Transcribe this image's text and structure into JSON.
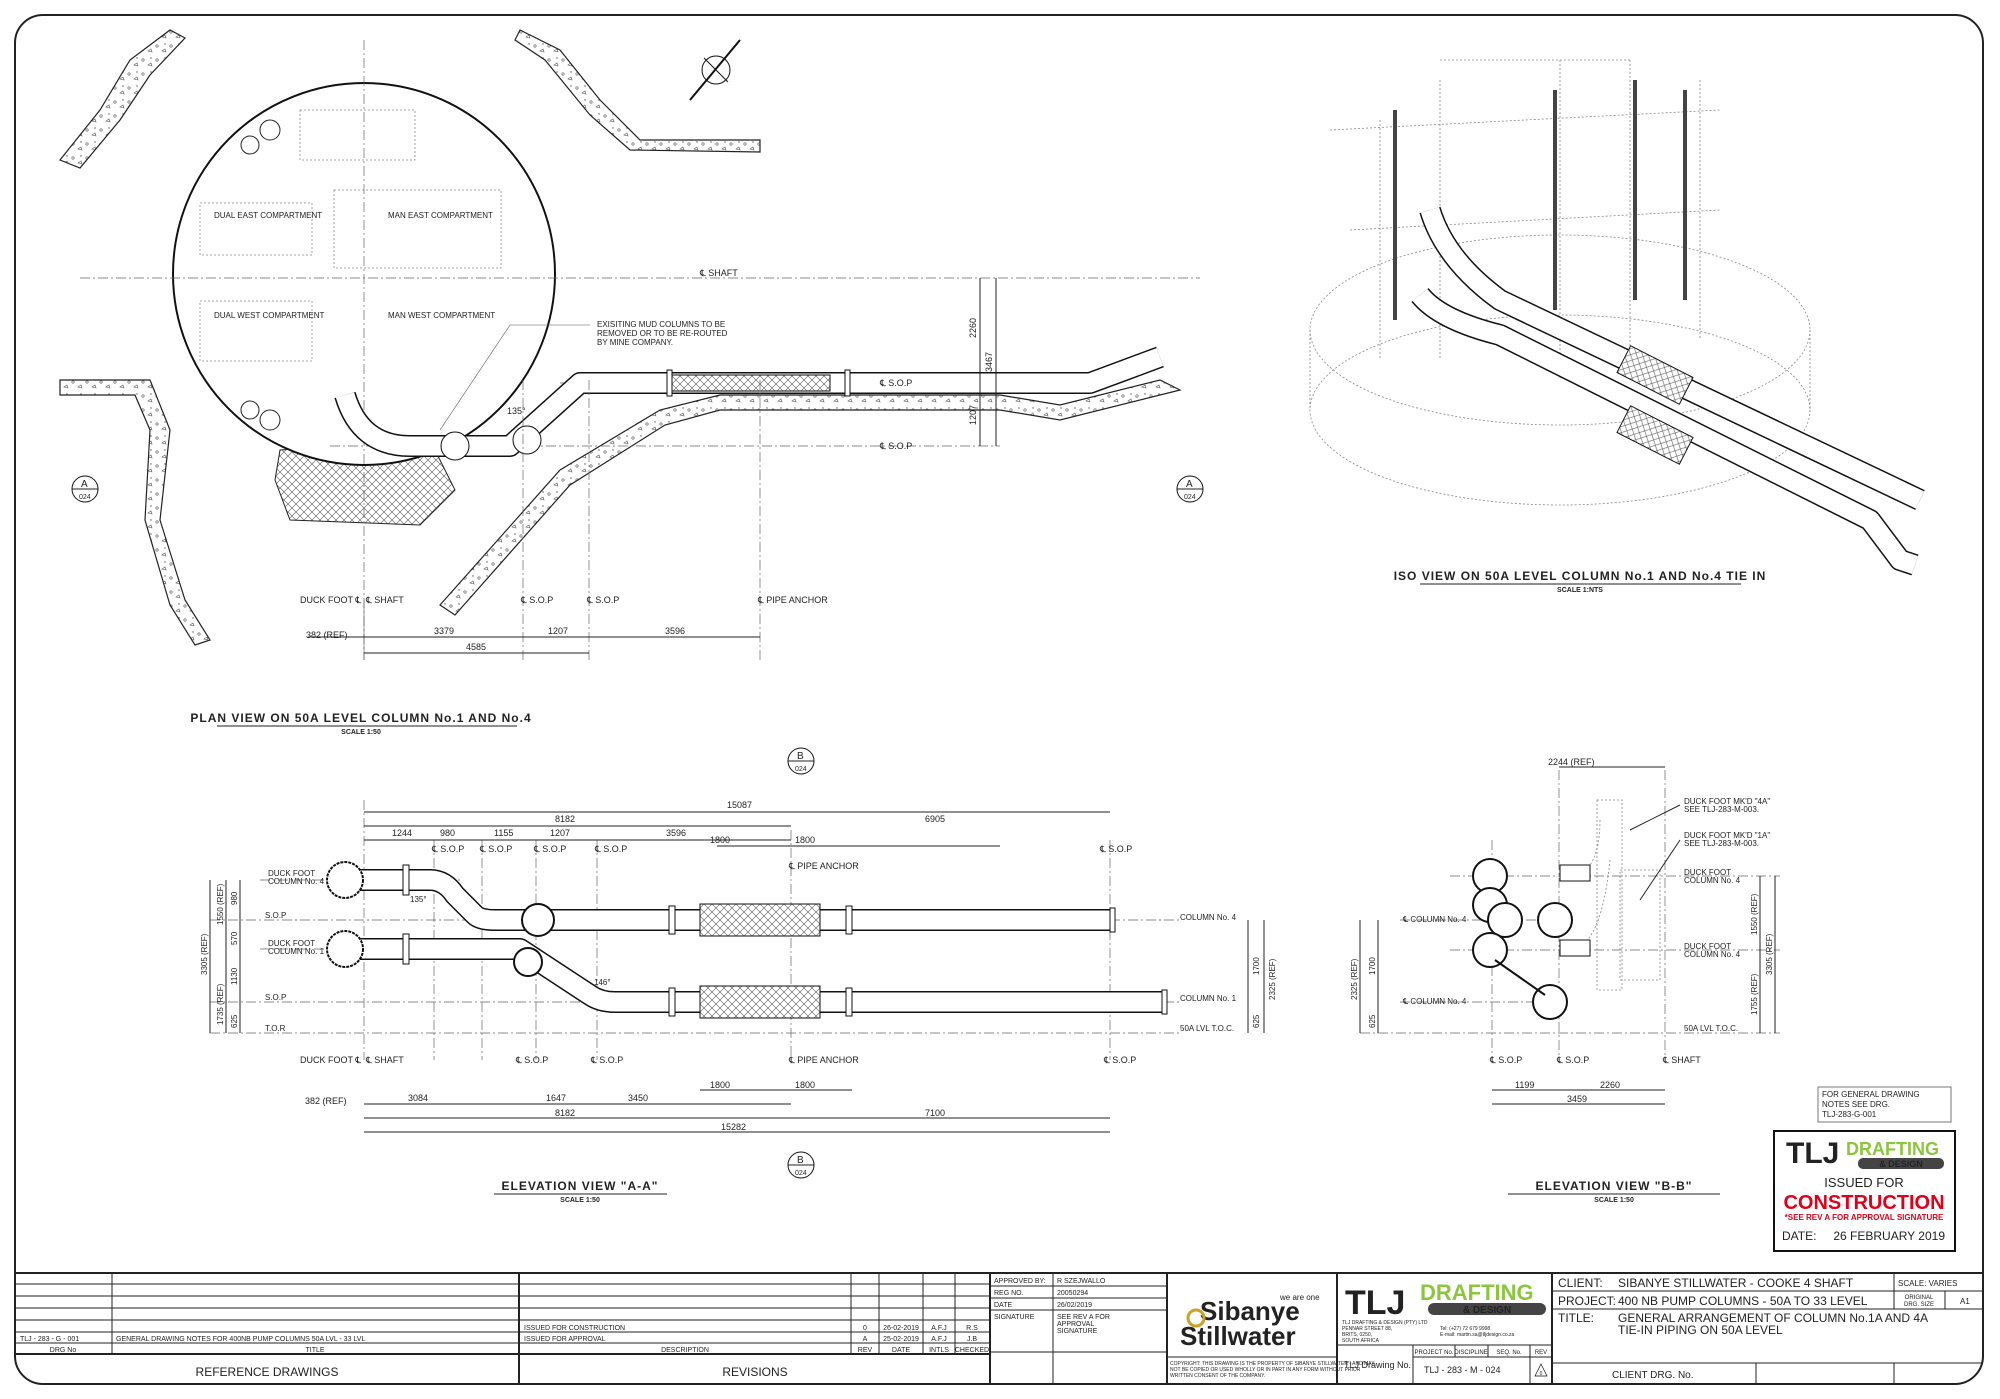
{
  "plan_view": {
    "title": "PLAN VIEW ON 50A LEVEL COLUMN No.1 AND No.4",
    "scale": "SCALE 1:50",
    "compartments": [
      "DUAL EAST COMPARTMENT",
      "MAN EAST COMPARTMENT",
      "DUAL WEST COMPARTMENT",
      "MAN WEST COMPARTMENT"
    ],
    "shaft_label": "℄ SHAFT",
    "note": [
      "EXISITING MUD COLUMNS TO BE",
      "REMOVED OR TO BE RE-ROUTED",
      "BY MINE COMPANY."
    ],
    "angle": "135°",
    "sop_labels": [
      "℄ S.O.P",
      "℄ S.O.P"
    ],
    "vertical_dims": [
      "2260",
      "3467",
      "1207"
    ],
    "section_marks": [
      {
        "letter": "A",
        "sheet": "024"
      },
      {
        "letter": "A",
        "sheet": "024"
      }
    ],
    "bottom_labels": [
      "DUCK FOOT ℄",
      "℄ SHAFT",
      "℄ S.O.P",
      "℄ S.O.P",
      "℄ PIPE ANCHOR"
    ],
    "dims": [
      "382 (REF)",
      "3379",
      "1207",
      "3596",
      "4585"
    ]
  },
  "iso_view": {
    "title": "ISO VIEW ON 50A LEVEL COLUMN No.1 AND No.4 TIE IN",
    "scale": "SCALE 1:NTS"
  },
  "elevation_aa": {
    "title": "ELEVATION VIEW \"A-A\"",
    "scale": "SCALE 1:50",
    "section_marks": [
      {
        "letter": "B",
        "sheet": "024"
      },
      {
        "letter": "B",
        "sheet": "024"
      }
    ],
    "top_dims": [
      "15087",
      "8182",
      "6905",
      "1244",
      "980",
      "1155",
      "1207",
      "3596",
      "1800",
      "1800"
    ],
    "top_labels": [
      "℄ S.O.P",
      "℄ S.O.P",
      "℄ S.O.P",
      "℄ S.O.P",
      "℄ PIPE ANCHOR",
      "℄ S.O.P"
    ],
    "left_labels": [
      "DUCK FOOT",
      "COLUMN No. 4",
      "S.O.P",
      "DUCK FOOT",
      "COLUMN No. 1",
      "S.O.P",
      "T.O.R"
    ],
    "right_labels": [
      "COLUMN No. 4",
      "COLUMN No. 1",
      "50A LVL T.O.C."
    ],
    "left_vdims": [
      "3305 (REF)",
      "1550 (REF)",
      "980",
      "570",
      "1130",
      "1735 (REF)",
      "625"
    ],
    "right_vdims": [
      "1700",
      "2325 (REF)",
      "625"
    ],
    "angles": [
      "135°",
      "146°"
    ],
    "bottom_labels": [
      "DUCK FOOT ℄",
      "℄ SHAFT",
      "℄ S.O.P",
      "℄ S.O.P",
      "℄ PIPE ANCHOR",
      "℄ S.O.P"
    ],
    "bottom_dims": [
      "1800",
      "1800",
      "382 (REF)",
      "3084",
      "1647",
      "3450",
      "8182",
      "7100",
      "15282"
    ]
  },
  "elevation_bb": {
    "title": "ELEVATION VIEW \"B-B\"",
    "scale": "SCALE 1:50",
    "top_dim": "2244 (REF)",
    "notes": [
      [
        "DUCK FOOT MK'D \"4A\"",
        "SEE TLJ-283-M-003."
      ],
      [
        "DUCK FOOT MK'D \"1A\"",
        "SEE TLJ-283-M-003."
      ]
    ],
    "labels": [
      "DUCK FOOT",
      "COLUMN No. 4",
      "℄ COLUMN No. 4",
      "DUCK FOOT",
      "COLUMN No. 4",
      "℄ COLUMN No. 4",
      "50A LVL T.O.C."
    ],
    "left_vdims": [
      "2325 (REF)",
      "1700",
      "625"
    ],
    "right_vdims": [
      "1550 (REF)",
      "3305 (REF)",
      "1755 (REF)"
    ],
    "bottom_labels": [
      "℄ S.O.P",
      "℄ S.O.P",
      "℄ SHAFT"
    ],
    "bottom_dims": [
      "1199",
      "2260",
      "3459"
    ]
  },
  "notes_box": [
    "FOR GENERAL DRAWING",
    "NOTES SEE DRG.",
    "TLJ-283-G-001"
  ],
  "stamp": {
    "logo_tlj": "TLJ",
    "logo_drafting": "DRAFTING",
    "logo_design": "& DESIGN",
    "issued_for": "ISSUED FOR",
    "construction": "CONSTRUCTION",
    "note": "*SEE REV A FOR APPROVAL SIGNATURE",
    "date_label": "DATE:",
    "date": "26 FEBRUARY 2019"
  },
  "title_block": {
    "reference_drawings": {
      "heading": "REFERENCE DRAWINGS",
      "col_drg": "DRG No",
      "col_title": "TITLE",
      "rows": [
        {
          "drg": "TLJ - 283 - G - 001",
          "title": "GENERAL DRAWING NOTES FOR 400NB PUMP COLUMNS 50A LVL - 33 LVL"
        }
      ]
    },
    "revisions": {
      "heading": "REVISIONS",
      "columns": [
        "DESCRIPTION",
        "REV",
        "DATE",
        "INTLS",
        "CHECKED"
      ],
      "rows": [
        {
          "description": "ISSUED FOR CONSTRUCTION",
          "rev": "0",
          "date": "26-02-2019",
          "intls": "A.F.J",
          "checked": "R.S"
        },
        {
          "description": "ISSUED FOR APPROVAL",
          "rev": "A",
          "date": "25-02-2019",
          "intls": "A.F.J",
          "checked": "J.B"
        }
      ]
    },
    "approval": [
      {
        "label": "APPROVED BY:",
        "value": "R SZEJWALLO"
      },
      {
        "label": "REG NO.",
        "value": "20050294"
      },
      {
        "label": "DATE",
        "value": "26/02/2019"
      },
      {
        "label": "SIGNATURE",
        "value": [
          "SEE REV A FOR",
          "APPROVAL",
          "SIGNATURE"
        ]
      }
    ],
    "client_logo": {
      "tagline": "we are one",
      "line1": "Sibanye",
      "line2": "Stillwater",
      "copyright": [
        "COPYRIGHT: THIS DRAWING IS THE PROPERTY OF SIBANYE STILLWATER - AND MAY",
        "NOT BE COPIED OR USED WHOLLY OR IN PART IN ANY FORM WITHOUT PRIOR",
        "WRITTEN CONSENT OF THE COMPANY."
      ]
    },
    "tlj": {
      "logo_tlj": "TLJ",
      "logo_drafting": "DRAFTING",
      "logo_design": "& DESIGN",
      "address": [
        "TLJ DRAFTING & DESIGN (PTY) LTD",
        "PENNAR STREET 88,",
        "BRITS, 0250,",
        "SOUTH AFRICA"
      ],
      "contact": [
        "Tel: (+27) 72 679 9998",
        "E-mail: martin.sa@tljdesign.co.za"
      ],
      "drawing_no_label": "TLJ Drawing No.",
      "cols": [
        "PROJECT No.",
        "DISCIPLINE",
        "SEQ. No.",
        "REV"
      ],
      "drawing_no": "TLJ - 283 - M - 024",
      "rev": "0"
    },
    "client_label": "CLIENT:",
    "client": "SIBANYE STILLWATER - COOKE 4 SHAFT",
    "project_label": "PROJECT:",
    "project": "400 NB PUMP COLUMNS - 50A TO 33 LEVEL",
    "title_label": "TITLE:",
    "title": [
      "GENERAL ARRANGEMENT OF COLUMN No.1A AND 4A",
      "TIE-IN PIPING ON 50A LEVEL"
    ],
    "scale": "SCALE: VARIES",
    "original_size_label": [
      "ORIGINAL",
      "DRG. SIZE"
    ],
    "original_size": "A1",
    "client_drg_label": "CLIENT DRG. No."
  }
}
